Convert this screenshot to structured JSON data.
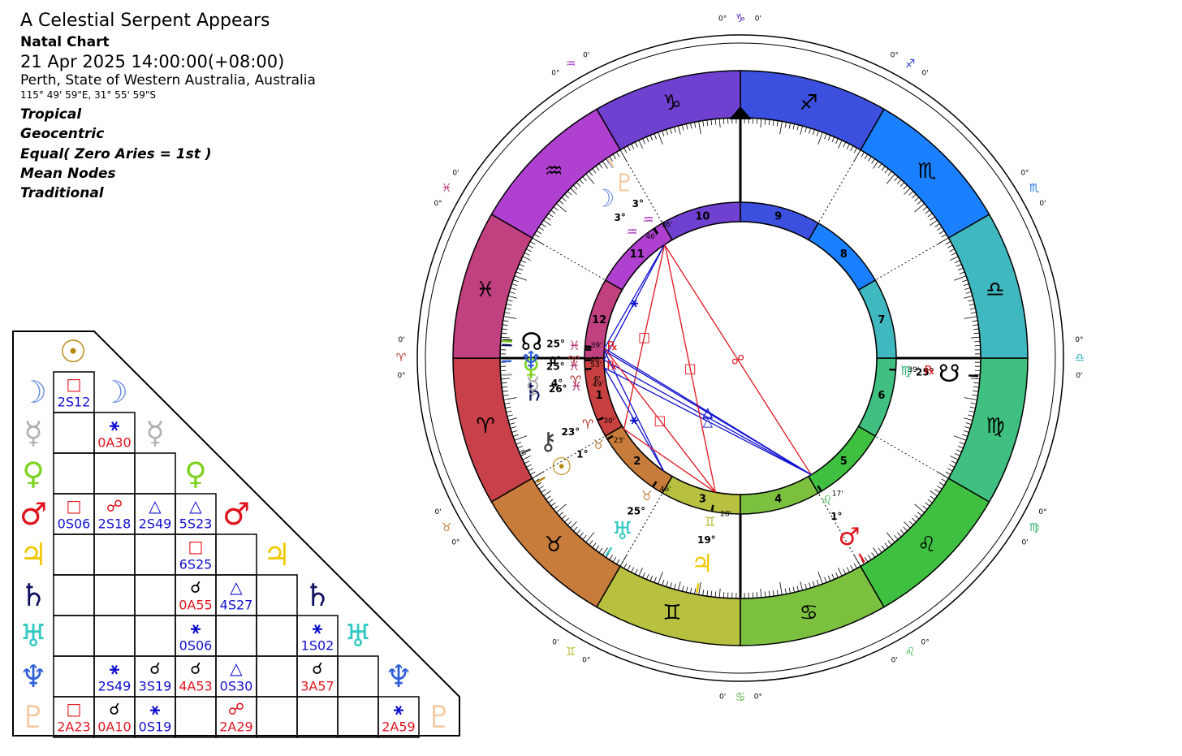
{
  "chart_title": "A Celestial Serpent Appears",
  "chart_kind": "Natal Chart",
  "datetime": "21 Apr 2025 14:00:00(+08:00)",
  "location": "Perth, State of Western Australia, Australia",
  "coordinates": "115° 49' 59\"E, 31° 55' 59\"S",
  "settings": [
    "Tropical",
    "Geocentric",
    "Equal( Zero Aries = 1st )",
    "Mean Nodes",
    "Traditional"
  ],
  "colors": {
    "sun": "#b8860b",
    "moon": "#6c8fe0",
    "mercury": "#b0b0b0",
    "venus": "#7ed321",
    "mars": "#e0141e",
    "jupiter": "#f0c800",
    "saturn": "#101060",
    "uranus": "#30c8c0",
    "neptune": "#3060d8",
    "pluto": "#f5c8a0",
    "hard_aspect": "#e0141e",
    "soft_aspect": "#1010d0"
  },
  "grid_planets": [
    {
      "key": "sun",
      "glyph": "☉"
    },
    {
      "key": "moon",
      "glyph": "☽"
    },
    {
      "key": "mercury",
      "glyph": "☿"
    },
    {
      "key": "venus",
      "glyph": "♀"
    },
    {
      "key": "mars",
      "glyph": "♂"
    },
    {
      "key": "jupiter",
      "glyph": "♃"
    },
    {
      "key": "saturn",
      "glyph": "♄"
    },
    {
      "key": "uranus",
      "glyph": "♅"
    },
    {
      "key": "neptune",
      "glyph": "♆"
    },
    {
      "key": "pluto",
      "glyph": "♇"
    }
  ],
  "aspect_grid": [
    {
      "row": 1,
      "col": 0,
      "glyph": "□",
      "text": "2S12",
      "kind": "hard",
      "glyph_color": "hard_aspect",
      "text_color": "soft_aspect"
    },
    {
      "row": 2,
      "col": 1,
      "glyph": "⚹",
      "text": "0A30",
      "kind": "soft",
      "glyph_color": "soft_aspect",
      "text_color": "hard_aspect"
    },
    {
      "row": 4,
      "col": 0,
      "glyph": "□",
      "text": "0S06",
      "kind": "hard",
      "glyph_color": "hard_aspect",
      "text_color": "soft_aspect"
    },
    {
      "row": 4,
      "col": 1,
      "glyph": "☍",
      "text": "2S18",
      "kind": "hard",
      "glyph_color": "hard_aspect",
      "text_color": "soft_aspect"
    },
    {
      "row": 4,
      "col": 2,
      "glyph": "△",
      "text": "2S49",
      "kind": "soft",
      "glyph_color": "soft_aspect",
      "text_color": "soft_aspect"
    },
    {
      "row": 4,
      "col": 3,
      "glyph": "△",
      "text": "5S23",
      "kind": "soft",
      "glyph_color": "soft_aspect",
      "text_color": "soft_aspect"
    },
    {
      "row": 5,
      "col": 3,
      "glyph": "□",
      "text": "6S25",
      "kind": "hard",
      "glyph_color": "hard_aspect",
      "text_color": "soft_aspect"
    },
    {
      "row": 6,
      "col": 3,
      "glyph": "☌",
      "text": "0A55",
      "kind": "conj",
      "glyph_color": "black",
      "text_color": "hard_aspect"
    },
    {
      "row": 6,
      "col": 4,
      "glyph": "△",
      "text": "4S27",
      "kind": "soft",
      "glyph_color": "soft_aspect",
      "text_color": "soft_aspect"
    },
    {
      "row": 7,
      "col": 3,
      "glyph": "⚹",
      "text": "0S06",
      "kind": "soft",
      "glyph_color": "soft_aspect",
      "text_color": "soft_aspect"
    },
    {
      "row": 7,
      "col": 6,
      "glyph": "⚹",
      "text": "1S02",
      "kind": "soft",
      "glyph_color": "soft_aspect",
      "text_color": "soft_aspect"
    },
    {
      "row": 8,
      "col": 1,
      "glyph": "⚹",
      "text": "2S49",
      "kind": "soft",
      "glyph_color": "soft_aspect",
      "text_color": "soft_aspect"
    },
    {
      "row": 8,
      "col": 2,
      "glyph": "☌",
      "text": "3S19",
      "kind": "conj",
      "glyph_color": "black",
      "text_color": "soft_aspect"
    },
    {
      "row": 8,
      "col": 3,
      "glyph": "☌",
      "text": "4A53",
      "kind": "conj",
      "glyph_color": "black",
      "text_color": "hard_aspect"
    },
    {
      "row": 8,
      "col": 4,
      "glyph": "△",
      "text": "0S30",
      "kind": "soft",
      "glyph_color": "soft_aspect",
      "text_color": "soft_aspect"
    },
    {
      "row": 8,
      "col": 6,
      "glyph": "☌",
      "text": "3A57",
      "kind": "conj",
      "glyph_color": "black",
      "text_color": "hard_aspect"
    },
    {
      "row": 9,
      "col": 0,
      "glyph": "□",
      "text": "2A23",
      "kind": "hard",
      "glyph_color": "hard_aspect",
      "text_color": "hard_aspect"
    },
    {
      "row": 9,
      "col": 1,
      "glyph": "☌",
      "text": "0A10",
      "kind": "conj",
      "glyph_color": "black",
      "text_color": "hard_aspect"
    },
    {
      "row": 9,
      "col": 2,
      "glyph": "⚹",
      "text": "0S19",
      "kind": "soft",
      "glyph_color": "soft_aspect",
      "text_color": "soft_aspect"
    },
    {
      "row": 9,
      "col": 4,
      "glyph": "☍",
      "text": "2A29",
      "kind": "hard",
      "glyph_color": "hard_aspect",
      "text_color": "hard_aspect"
    },
    {
      "row": 9,
      "col": 8,
      "glyph": "⚹",
      "text": "2A59",
      "kind": "soft",
      "glyph_color": "soft_aspect",
      "text_color": "hard_aspect"
    }
  ],
  "zodiac_signs": [
    {
      "glyph": "♈",
      "fill": "#c8404a",
      "color": "#b03028"
    },
    {
      "glyph": "♉",
      "fill": "#c87c3c",
      "color": "#c08040"
    },
    {
      "glyph": "♊",
      "fill": "#b8c040",
      "color": "#b8b830"
    },
    {
      "glyph": "♋",
      "fill": "#7cc040",
      "color": "#50b040"
    },
    {
      "glyph": "♌",
      "fill": "#40c040",
      "color": "#30b040"
    },
    {
      "glyph": "♍",
      "fill": "#40c080",
      "color": "#30b070"
    },
    {
      "glyph": "♎",
      "fill": "#40b8c0",
      "color": "#30b0c0"
    },
    {
      "glyph": "♏",
      "fill": "#1a80ff",
      "color": "#1a70e0"
    },
    {
      "glyph": "♐",
      "fill": "#3c50e0",
      "color": "#3040d0"
    },
    {
      "glyph": "♑",
      "fill": "#7040d0",
      "color": "#6030c0"
    },
    {
      "glyph": "♒",
      "fill": "#b040d0",
      "color": "#a030c0"
    },
    {
      "glyph": "♓",
      "fill": "#c04080",
      "color": "#b03070"
    }
  ],
  "cusp_labels": {
    "deg": "0°",
    "min": "0'"
  },
  "houses": [
    {
      "num": "1",
      "fill": "#c84040"
    },
    {
      "num": "2",
      "fill": "#c87c3c"
    },
    {
      "num": "3",
      "fill": "#b8c040"
    },
    {
      "num": "4",
      "fill": "#7cc040"
    },
    {
      "num": "5",
      "fill": "#40c040"
    },
    {
      "num": "6",
      "fill": "#40c080"
    },
    {
      "num": "7",
      "fill": "#40b8c0"
    },
    {
      "num": "8",
      "fill": "#1a80ff"
    },
    {
      "num": "9",
      "fill": "#3c50e0"
    },
    {
      "num": "10",
      "fill": "#7040d0"
    },
    {
      "num": "11",
      "fill": "#b040d0"
    },
    {
      "num": "12",
      "fill": "#c04080"
    }
  ],
  "planets": [
    {
      "name": "moon",
      "glyph": "☽",
      "lon": 303.77,
      "deg": "3°",
      "sign": "♒",
      "min": "46'",
      "retro": "",
      "color": "#6c8fe0"
    },
    {
      "name": "pluto",
      "glyph": "♇",
      "lon": 303.6,
      "deg": "3°",
      "sign": "♒",
      "min": "36'",
      "retro": "",
      "color": "#f5c8a0"
    },
    {
      "name": "north-node",
      "glyph": "☊",
      "lon": 355.65,
      "deg": "25°",
      "sign": "♓",
      "min": "39'",
      "retro": "℞",
      "color": "#000000"
    },
    {
      "name": "venus",
      "glyph": "♀",
      "lon": 355.88,
      "deg": "25°",
      "sign": "♓",
      "min": "53'",
      "retro": "℞",
      "color": "#7ed321"
    },
    {
      "name": "saturn",
      "glyph": "♄",
      "lon": 356.82,
      "deg": "26°",
      "sign": "♓",
      "min": "49'",
      "retro": "",
      "color": "#101060"
    },
    {
      "name": "neptune",
      "glyph": "♆",
      "lon": 0.77,
      "deg": "0°",
      "sign": "♈",
      "min": "46'",
      "retro": "",
      "color": "#3060d8"
    },
    {
      "name": "mercury",
      "glyph": "☿",
      "lon": 4.1,
      "deg": "4°",
      "sign": "♈",
      "min": "6'",
      "retro": "",
      "color": "#b0b0b0"
    },
    {
      "name": "chiron",
      "glyph": "⚷",
      "lon": 23.5,
      "deg": "23°",
      "sign": "♈",
      "min": "30'",
      "retro": "",
      "color": "#404040"
    },
    {
      "name": "sun",
      "glyph": "☉",
      "lon": 31.38,
      "deg": "1°",
      "sign": "♉",
      "min": "23'",
      "retro": "",
      "color": "#b8860b"
    },
    {
      "name": "uranus",
      "glyph": "♅",
      "lon": 55.77,
      "deg": "25°",
      "sign": "♉",
      "min": "46'",
      "retro": "",
      "color": "#30c8c0"
    },
    {
      "name": "jupiter",
      "glyph": "♃",
      "lon": 79.47,
      "deg": "19°",
      "sign": "♊",
      "min": "28'",
      "retro": "",
      "color": "#f0c800"
    },
    {
      "name": "mars",
      "glyph": "♂",
      "lon": 121.28,
      "deg": "1°",
      "sign": "♌",
      "min": "17'",
      "retro": "",
      "color": "#e0141e"
    },
    {
      "name": "south-node",
      "glyph": "☋",
      "lon": 175.65,
      "deg": "25°",
      "sign": "♍",
      "min": "39'",
      "retro": "℞",
      "color": "#000000"
    }
  ],
  "aspect_lines": [
    {
      "a": "moon",
      "b": "sun",
      "kind": "hard",
      "glyph": "□"
    },
    {
      "a": "moon",
      "b": "mars",
      "kind": "hard",
      "glyph": "☍"
    },
    {
      "a": "moon",
      "b": "neptune",
      "kind": "soft",
      "glyph": "⚹"
    },
    {
      "a": "moon",
      "b": "venus",
      "kind": "soft",
      "glyph": ""
    },
    {
      "a": "mercury",
      "b": "mars",
      "kind": "soft",
      "glyph": "△"
    },
    {
      "a": "venus",
      "b": "mars",
      "kind": "soft",
      "glyph": "△"
    },
    {
      "a": "saturn",
      "b": "mars",
      "kind": "soft",
      "glyph": "△"
    },
    {
      "a": "neptune",
      "b": "mars",
      "kind": "soft",
      "glyph": ""
    },
    {
      "a": "venus",
      "b": "jupiter",
      "kind": "hard",
      "glyph": "□"
    },
    {
      "a": "mercury",
      "b": "uranus",
      "kind": "soft",
      "glyph": "⚹"
    },
    {
      "a": "saturn",
      "b": "uranus",
      "kind": "soft",
      "glyph": ""
    },
    {
      "a": "pluto",
      "b": "jupiter",
      "kind": "hard",
      "glyph": "□"
    },
    {
      "a": "sun",
      "b": "jupiter",
      "kind": "hard",
      "glyph": ""
    }
  ]
}
